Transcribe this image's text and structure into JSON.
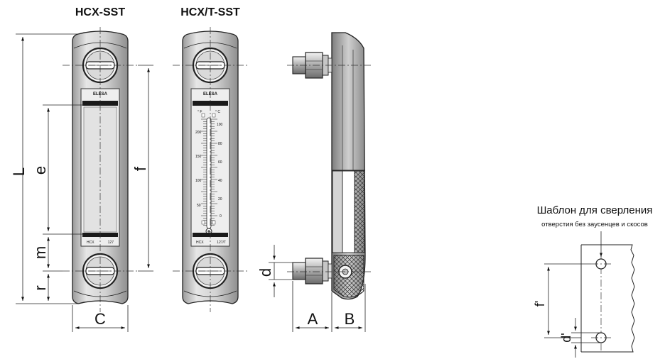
{
  "views": {
    "front_title": "HCX-SST",
    "thermo_title": "HCX/T-SST"
  },
  "brand": "ELESA",
  "model_plain": {
    "left": "HCX",
    "right": "127"
  },
  "model_thermo": {
    "left": "HCX",
    "right": "127/T"
  },
  "thermometer": {
    "unit_f": "° F",
    "unit_c": "° C",
    "scale_f": [
      "200",
      "150",
      "100",
      "50"
    ],
    "scale_c": [
      "100",
      "80",
      "60",
      "40",
      "20",
      "0"
    ]
  },
  "dimensions": {
    "L": "L",
    "e": "e",
    "f": "f",
    "m": "m",
    "r": "r",
    "C": "C",
    "d": "d",
    "A": "A",
    "B": "B",
    "f_prime": "f'",
    "d_prime": "d'"
  },
  "template": {
    "title": "Шаблон для сверления",
    "subtitle": "отверстия без заусенцев и скосов"
  }
}
